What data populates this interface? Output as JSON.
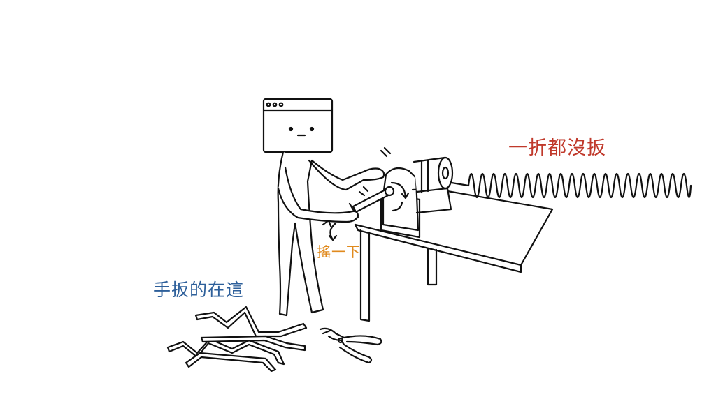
{
  "labels": {
    "unbent": "一折都沒扳",
    "crank": "搖一下",
    "hand_bent": "手扳的在這"
  },
  "colors": {
    "unbent": "#c0392b",
    "crank": "#e08a1e",
    "hand_bent": "#2d5f9a",
    "ink": "#111111",
    "background": "#ffffff"
  },
  "icons": {
    "browser_head": "browser-window-head",
    "pliers": "pliers",
    "rotation_arrows": "curved-arrows",
    "spring": "coiled-wire"
  }
}
